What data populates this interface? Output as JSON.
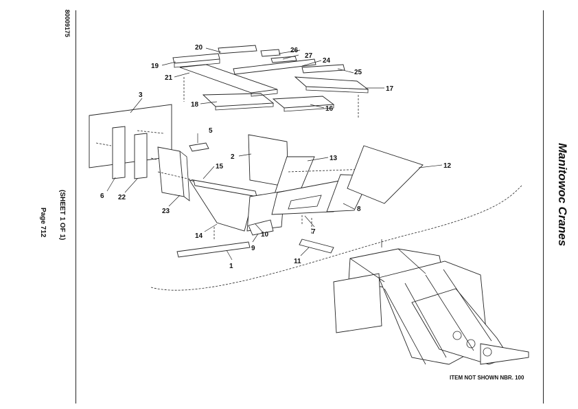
{
  "document": {
    "doc_number": "80009175",
    "sheet_label": "(SHEET 1 OF 1)",
    "page_label": "Page 712",
    "brand_title": "Manitowoc Cranes",
    "note": "ITEM NOT SHOWN NBR. 100"
  },
  "callouts": [
    "1",
    "2",
    "3",
    "5",
    "6",
    "7",
    "8",
    "9",
    "10",
    "11",
    "12",
    "13",
    "14",
    "15",
    "16",
    "17",
    "18",
    "19",
    "20",
    "21",
    "22",
    "23",
    "24",
    "25",
    "26",
    "27"
  ]
}
